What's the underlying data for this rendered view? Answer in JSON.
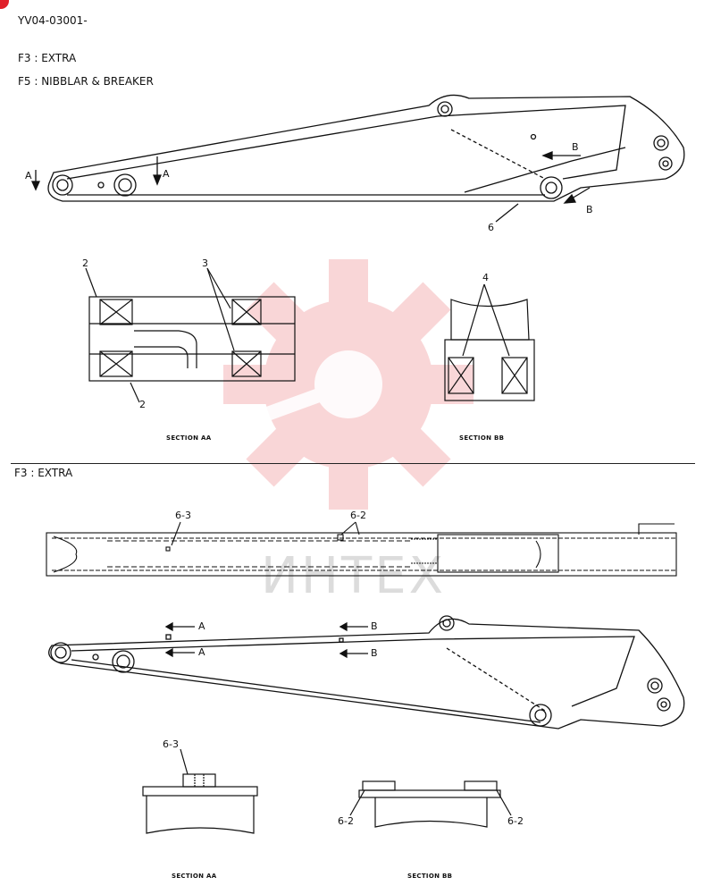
{
  "doc_code": "YV04-03001-",
  "notes": {
    "f3": "F3 : EXTRA",
    "f5": "F5 : NIBBLAR & BREAKER",
    "f3_lower": "F3 : EXTRA"
  },
  "watermark": {
    "text": "ИНТЕХ",
    "color": "#e0202a"
  },
  "top_view": {
    "arrow_a_left": "A",
    "arrow_a_right": "A",
    "arrow_b_top": "B",
    "arrow_b_bottom": "B",
    "callout_6": "6"
  },
  "section_aa_top": {
    "title": "SECTION AA",
    "callout_2_top": "2",
    "callout_2_bottom": "2",
    "callout_3": "3"
  },
  "section_bb_top": {
    "title": "SECTION BB",
    "callout_4": "4"
  },
  "plan_view": {
    "callout_6_3": "6-3",
    "callout_6_2": "6-2"
  },
  "lower_view": {
    "arrow_a1": "A",
    "arrow_a2": "A",
    "arrow_b1": "B",
    "arrow_b2": "B"
  },
  "section_aa_bottom": {
    "title": "SECTION AA",
    "callout_6_3": "6-3"
  },
  "section_bb_bottom": {
    "title": "SECTION BB",
    "callout_6_2_left": "6-2",
    "callout_6_2_right": "6-2"
  }
}
